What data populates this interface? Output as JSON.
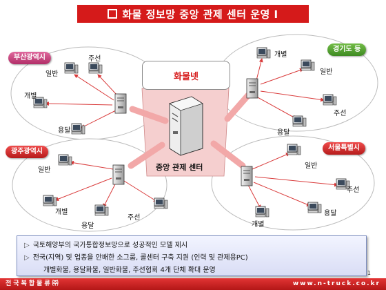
{
  "title": "화물 정보망 중앙 관제 센터 운영 Ⅰ",
  "hub_label": "화물넷",
  "center_label": "중앙 관제 센터",
  "regions": {
    "busan": "부산광역시",
    "gyeonggi": "경기도 등",
    "gwangju": "광주광역시",
    "seoul": "서울특별시"
  },
  "nodes": {
    "busan": [
      "주선",
      "일반",
      "개별",
      "용달"
    ],
    "gyeonggi": [
      "개별",
      "일반",
      "주선",
      "용달"
    ],
    "gwangju": [
      "일반",
      "개별",
      "용달",
      "주선"
    ],
    "seoul": [
      "일반",
      "주선",
      "용달",
      "개별"
    ]
  },
  "notes": [
    "국토해양부의 국가통합정보망으로 성공적인 모델 제시",
    "전국(지역) 및 업종을 안배한 소그룹, 콜센터 구축 지원 (인력 및 관제용PC)",
    "개별화물, 용달화물, 일반화물, 주선협회 4개 단체 확대 운영"
  ],
  "footer": {
    "left": "전국복합물류㈜",
    "right": "www.n-truck.co.kr"
  },
  "page_number": "1",
  "colors": {
    "title_bar": "#d51a1a",
    "arrow": "#d93a3a",
    "center_band": "#f3c8c8"
  }
}
